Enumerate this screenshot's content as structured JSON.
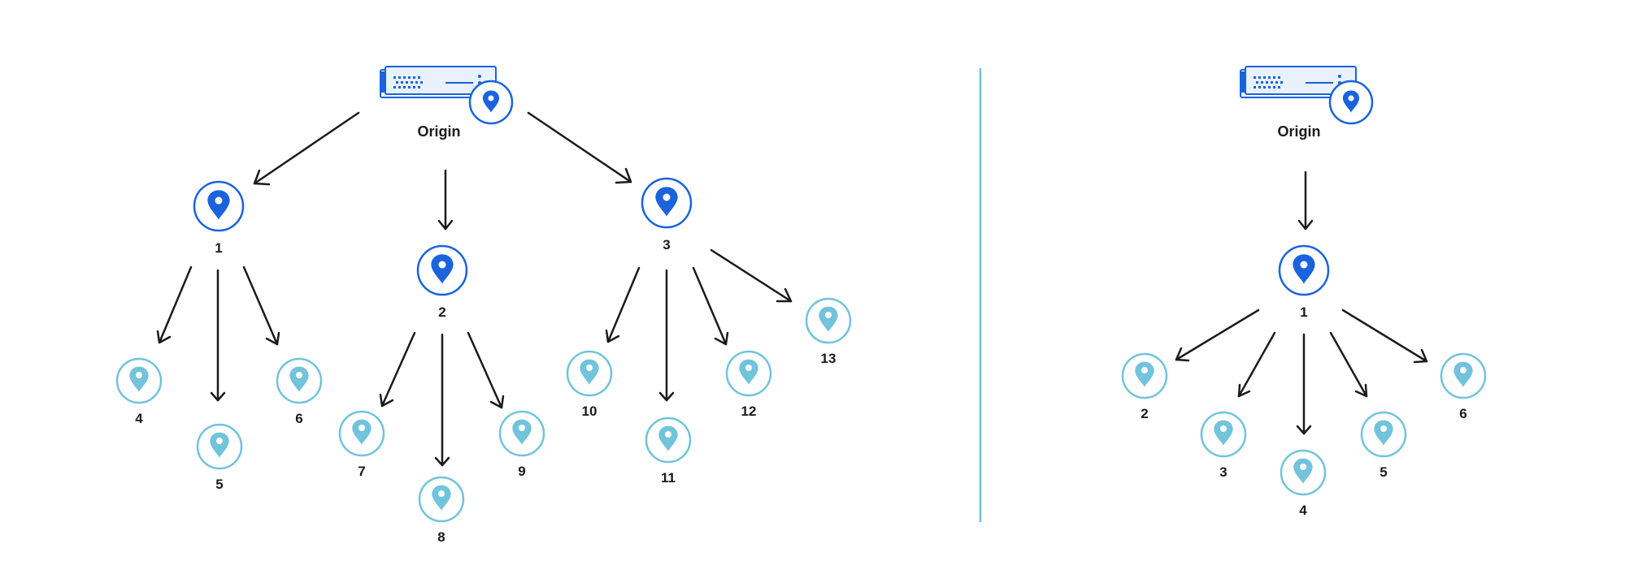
{
  "colors": {
    "primary_node": "#1a63dc",
    "secondary_node": "#72c3dc",
    "arrow": "#1b1b1b",
    "divider": "#72c3dc",
    "server_fill": "#e8f1fd"
  },
  "left_diagram": {
    "origin_label": "Origin",
    "nodes": [
      {
        "label": "1",
        "tier": "primary"
      },
      {
        "label": "2",
        "tier": "primary"
      },
      {
        "label": "3",
        "tier": "primary"
      },
      {
        "label": "4",
        "tier": "secondary"
      },
      {
        "label": "5",
        "tier": "secondary"
      },
      {
        "label": "6",
        "tier": "secondary"
      },
      {
        "label": "7",
        "tier": "secondary"
      },
      {
        "label": "8",
        "tier": "secondary"
      },
      {
        "label": "9",
        "tier": "secondary"
      },
      {
        "label": "10",
        "tier": "secondary"
      },
      {
        "label": "11",
        "tier": "secondary"
      },
      {
        "label": "12",
        "tier": "secondary"
      },
      {
        "label": "13",
        "tier": "secondary"
      }
    ]
  },
  "right_diagram": {
    "origin_label": "Origin",
    "nodes": [
      {
        "label": "1",
        "tier": "primary"
      },
      {
        "label": "2",
        "tier": "secondary"
      },
      {
        "label": "3",
        "tier": "secondary"
      },
      {
        "label": "4",
        "tier": "secondary"
      },
      {
        "label": "5",
        "tier": "secondary"
      },
      {
        "label": "6",
        "tier": "secondary"
      }
    ]
  }
}
